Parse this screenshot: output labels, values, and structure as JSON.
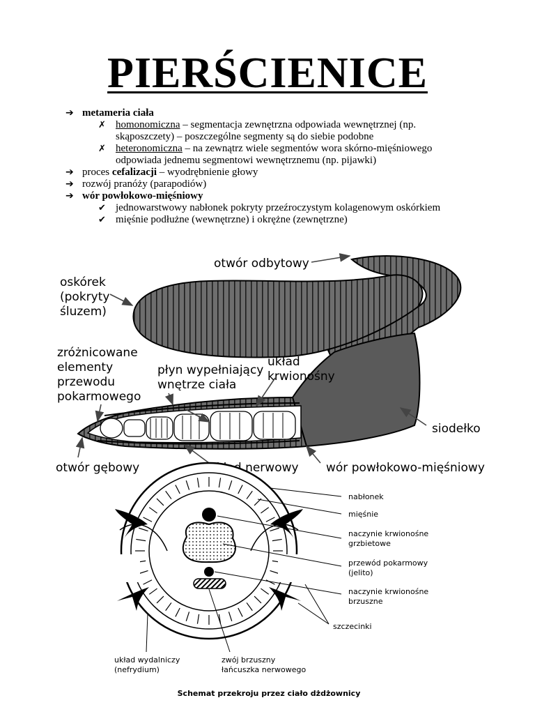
{
  "title": "PIERŚCIENICE",
  "outline": {
    "arrow_icon": "➔",
    "cross_icon": "✗",
    "check_icon": "✔",
    "items": [
      {
        "bold": "metameria ciała"
      },
      {
        "sub_underlined": "homonomiczna",
        "sub_text": " – segmentacja zewnętrzna odpowiada wewnętrznej (np.",
        "sub_cont": "skąposzczety) – poszczególne segmenty są do siebie podobne"
      },
      {
        "sub_underlined": "heteronomiczna",
        "sub_text": " – na zewnątrz wiele segmentów wora skórno-mięśniowego",
        "sub_cont": "odpowiada jednemu segmentowi wewnętrznemu (np. pijawki)"
      },
      {
        "prefix": "proces ",
        "bold": "cefalizacji",
        "suffix": " – wyodrębnienie głowy"
      },
      {
        "text": "rozwój pranóży (parapodiów)"
      },
      {
        "bold": "wór powłokowo-mięśniowy"
      },
      {
        "check_text": "jednowarstwowy nabłonek pokryty przeźroczystym kolagenowym oskórkiem"
      },
      {
        "check_text": "mięśnie podłużne (wewnętrzne) i okrężne (zewnętrzne)"
      }
    ]
  },
  "worm_figure": {
    "labels": {
      "anus": "otwór odbytowy",
      "cuticle_1": "oskórek",
      "cuticle_2": "(pokryty",
      "cuticle_3": "śluzem)",
      "gut_1": "zróżnicowane",
      "gut_2": "elementy",
      "gut_3": "przewodu",
      "gut_4": "pokarmowego",
      "fluid_1": "płyn wypełniający",
      "fluid_2": "wnętrze ciała",
      "blood_1": "układ",
      "blood_2": "krwionośny",
      "clitellum": "siodełko",
      "mouth": "otwór gębowy",
      "nerve": "układ nerwowy",
      "body_wall": "wór powłokowo-mięśniowy"
    }
  },
  "cross_section": {
    "labels": {
      "epithelium": "nabłonek",
      "muscles": "mięśnie",
      "dorsal_1": "naczynie krwionośne",
      "dorsal_2": "grzbietowe",
      "gut_1": "przewód pokarmowy",
      "gut_2": "(jelito)",
      "ventral_1": "naczynie krwionośne",
      "ventral_2": "brzuszne",
      "setae": "szczecinki",
      "excretory_1": "układ wydalniczy",
      "excretory_2": "(nefrydium)",
      "ganglion_1": "zwój brzuszny",
      "ganglion_2": "łańcuszka nerwowego"
    },
    "caption": "Schemat przekroju przez ciało dżdżownicy"
  }
}
